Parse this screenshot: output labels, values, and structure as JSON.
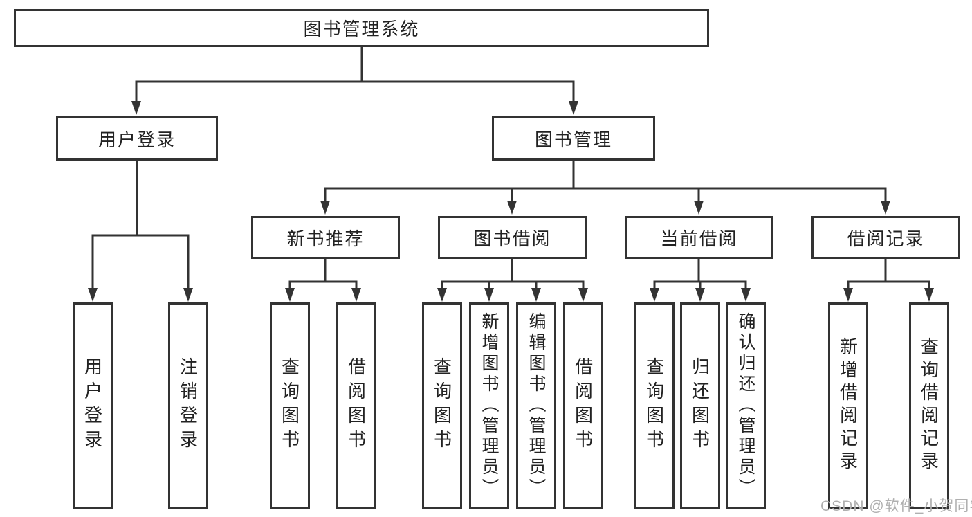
{
  "colors": {
    "line": "#333333",
    "text": "#222222",
    "watermark": "#b0b0b0",
    "background": "#ffffff"
  },
  "watermark": {
    "text": "CSDN @软件_小贺同学"
  },
  "tree": {
    "root": {
      "label": "图书管理系统"
    },
    "branches": [
      {
        "label": "用户登录",
        "children": [
          {
            "label": "用户登录"
          },
          {
            "label": "注销登录"
          }
        ]
      },
      {
        "label": "图书管理",
        "children": [
          {
            "label": "新书推荐",
            "children": [
              {
                "label": "查询图书"
              },
              {
                "label": "借阅图书"
              }
            ]
          },
          {
            "label": "图书借阅",
            "children": [
              {
                "label": "查询图书"
              },
              {
                "label": "新增图书（管理员）"
              },
              {
                "label": "编辑图书（管理员）"
              },
              {
                "label": "借阅图书"
              }
            ]
          },
          {
            "label": "当前借阅",
            "children": [
              {
                "label": "查询图书"
              },
              {
                "label": "归还图书"
              },
              {
                "label": "确认归还（管理员）"
              }
            ]
          },
          {
            "label": "借阅记录",
            "children": [
              {
                "label": "新增借阅记录"
              },
              {
                "label": "查询借阅记录"
              }
            ]
          }
        ]
      }
    ]
  }
}
